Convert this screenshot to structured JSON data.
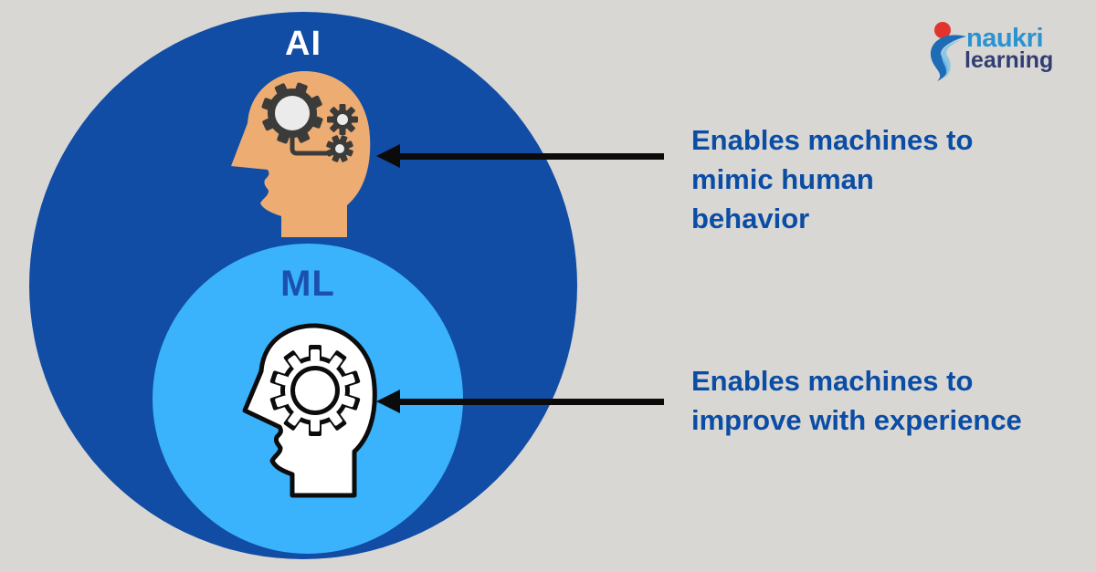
{
  "background_color": "#d8d7d4",
  "logo": {
    "brand": "naukri",
    "sub": "learning",
    "brand_color": "#2b93d1",
    "sub_color": "#323e73",
    "icon": "naukri-swoosh-icon",
    "icon_dot_color": "#e2342e",
    "icon_swoosh_color": "#1e6cb5"
  },
  "venn": {
    "ai": {
      "label": "AI",
      "circle_color": "#114ca5",
      "label_color": "#ffffff",
      "icon": "head-with-gears-icon",
      "head_color": "#ecac72",
      "gear_color": "#3b3b39"
    },
    "ml": {
      "label": "ML",
      "circle_color": "#3ab3fc",
      "label_color": "#1b50af",
      "icon": "head-with-gear-outline-icon",
      "head_color": "#ffffff",
      "outline_color": "#0c0c0c"
    }
  },
  "annotations": [
    {
      "lines": [
        "Enables machines to",
        "mimic human",
        "behavior"
      ]
    },
    {
      "lines": [
        "Enables machines to",
        "improve with experience"
      ]
    }
  ],
  "annotation_text_color": "#0b4da4",
  "arrow_color": "#0b0b0b"
}
